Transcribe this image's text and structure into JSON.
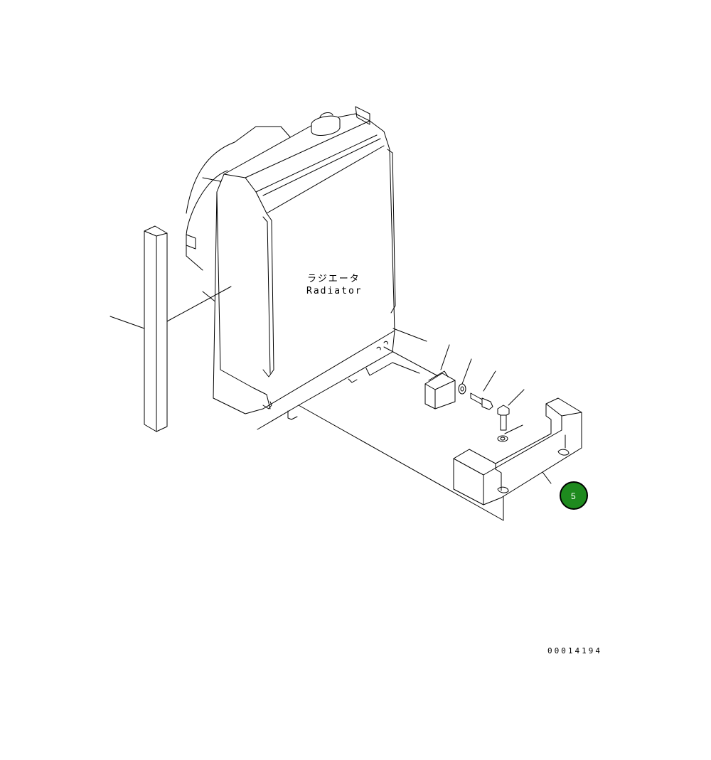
{
  "diagram": {
    "component_label_ja": "ラジエータ",
    "component_label_en": "Radiator",
    "drawing_code": "00014194"
  },
  "callouts": [
    {
      "label": "5",
      "color": "#1e8a1e",
      "border": "#000000"
    }
  ],
  "parts": [
    {
      "name": "radiator"
    },
    {
      "name": "side-post"
    },
    {
      "name": "mount-bracket"
    },
    {
      "name": "washer"
    },
    {
      "name": "bolt"
    },
    {
      "name": "bolt"
    },
    {
      "name": "washer"
    },
    {
      "name": "support-frame"
    }
  ]
}
